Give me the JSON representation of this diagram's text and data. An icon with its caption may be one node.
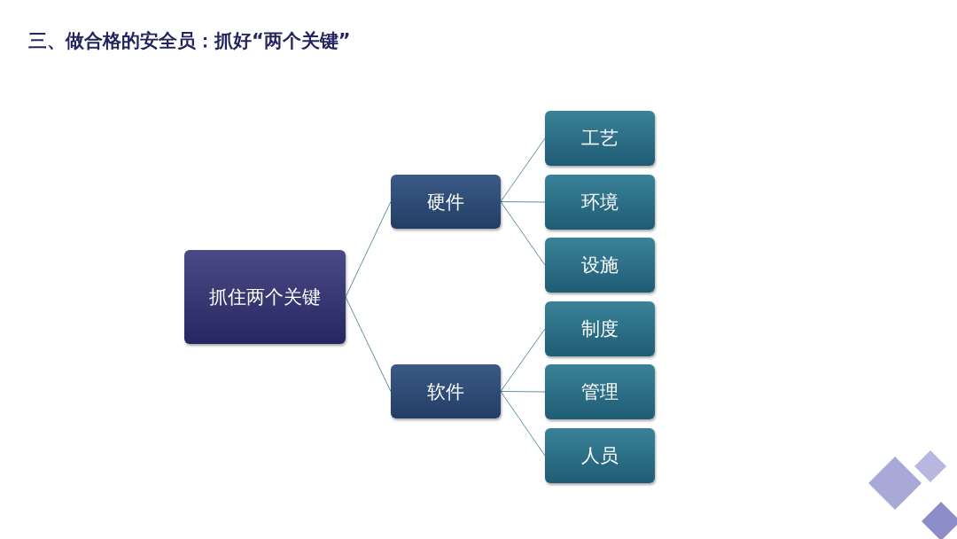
{
  "diagram": {
    "title": "三、做合格的安全员：抓好“两个关键”",
    "nodes": [
      {
        "text": [
          "抓住两个关键"
        ]
      },
      {
        "text": [
          "硬件"
        ]
      },
      {
        "text": [
          "软件"
        ]
      },
      {
        "text": [
          "工艺"
        ]
      },
      {
        "text": [
          "环境"
        ]
      },
      {
        "text": [
          "设施"
        ]
      },
      {
        "text": [
          "制度"
        ]
      },
      {
        "text": [
          "管理"
        ]
      },
      {
        "text": [
          "人员"
        ]
      }
    ],
    "edges": [
      {
        "from": 0,
        "to": 1,
        "arrow": "none"
      },
      {
        "from": 0,
        "to": 2,
        "arrow": "none"
      },
      {
        "from": 1,
        "to": 3,
        "arrow": "none"
      },
      {
        "from": 1,
        "to": 4,
        "arrow": "none"
      },
      {
        "from": 1,
        "to": 5,
        "arrow": "none"
      },
      {
        "from": 2,
        "to": 6,
        "arrow": "none"
      },
      {
        "from": 2,
        "to": 7,
        "arrow": "none"
      },
      {
        "from": 2,
        "to": 8,
        "arrow": "none"
      }
    ]
  }
}
